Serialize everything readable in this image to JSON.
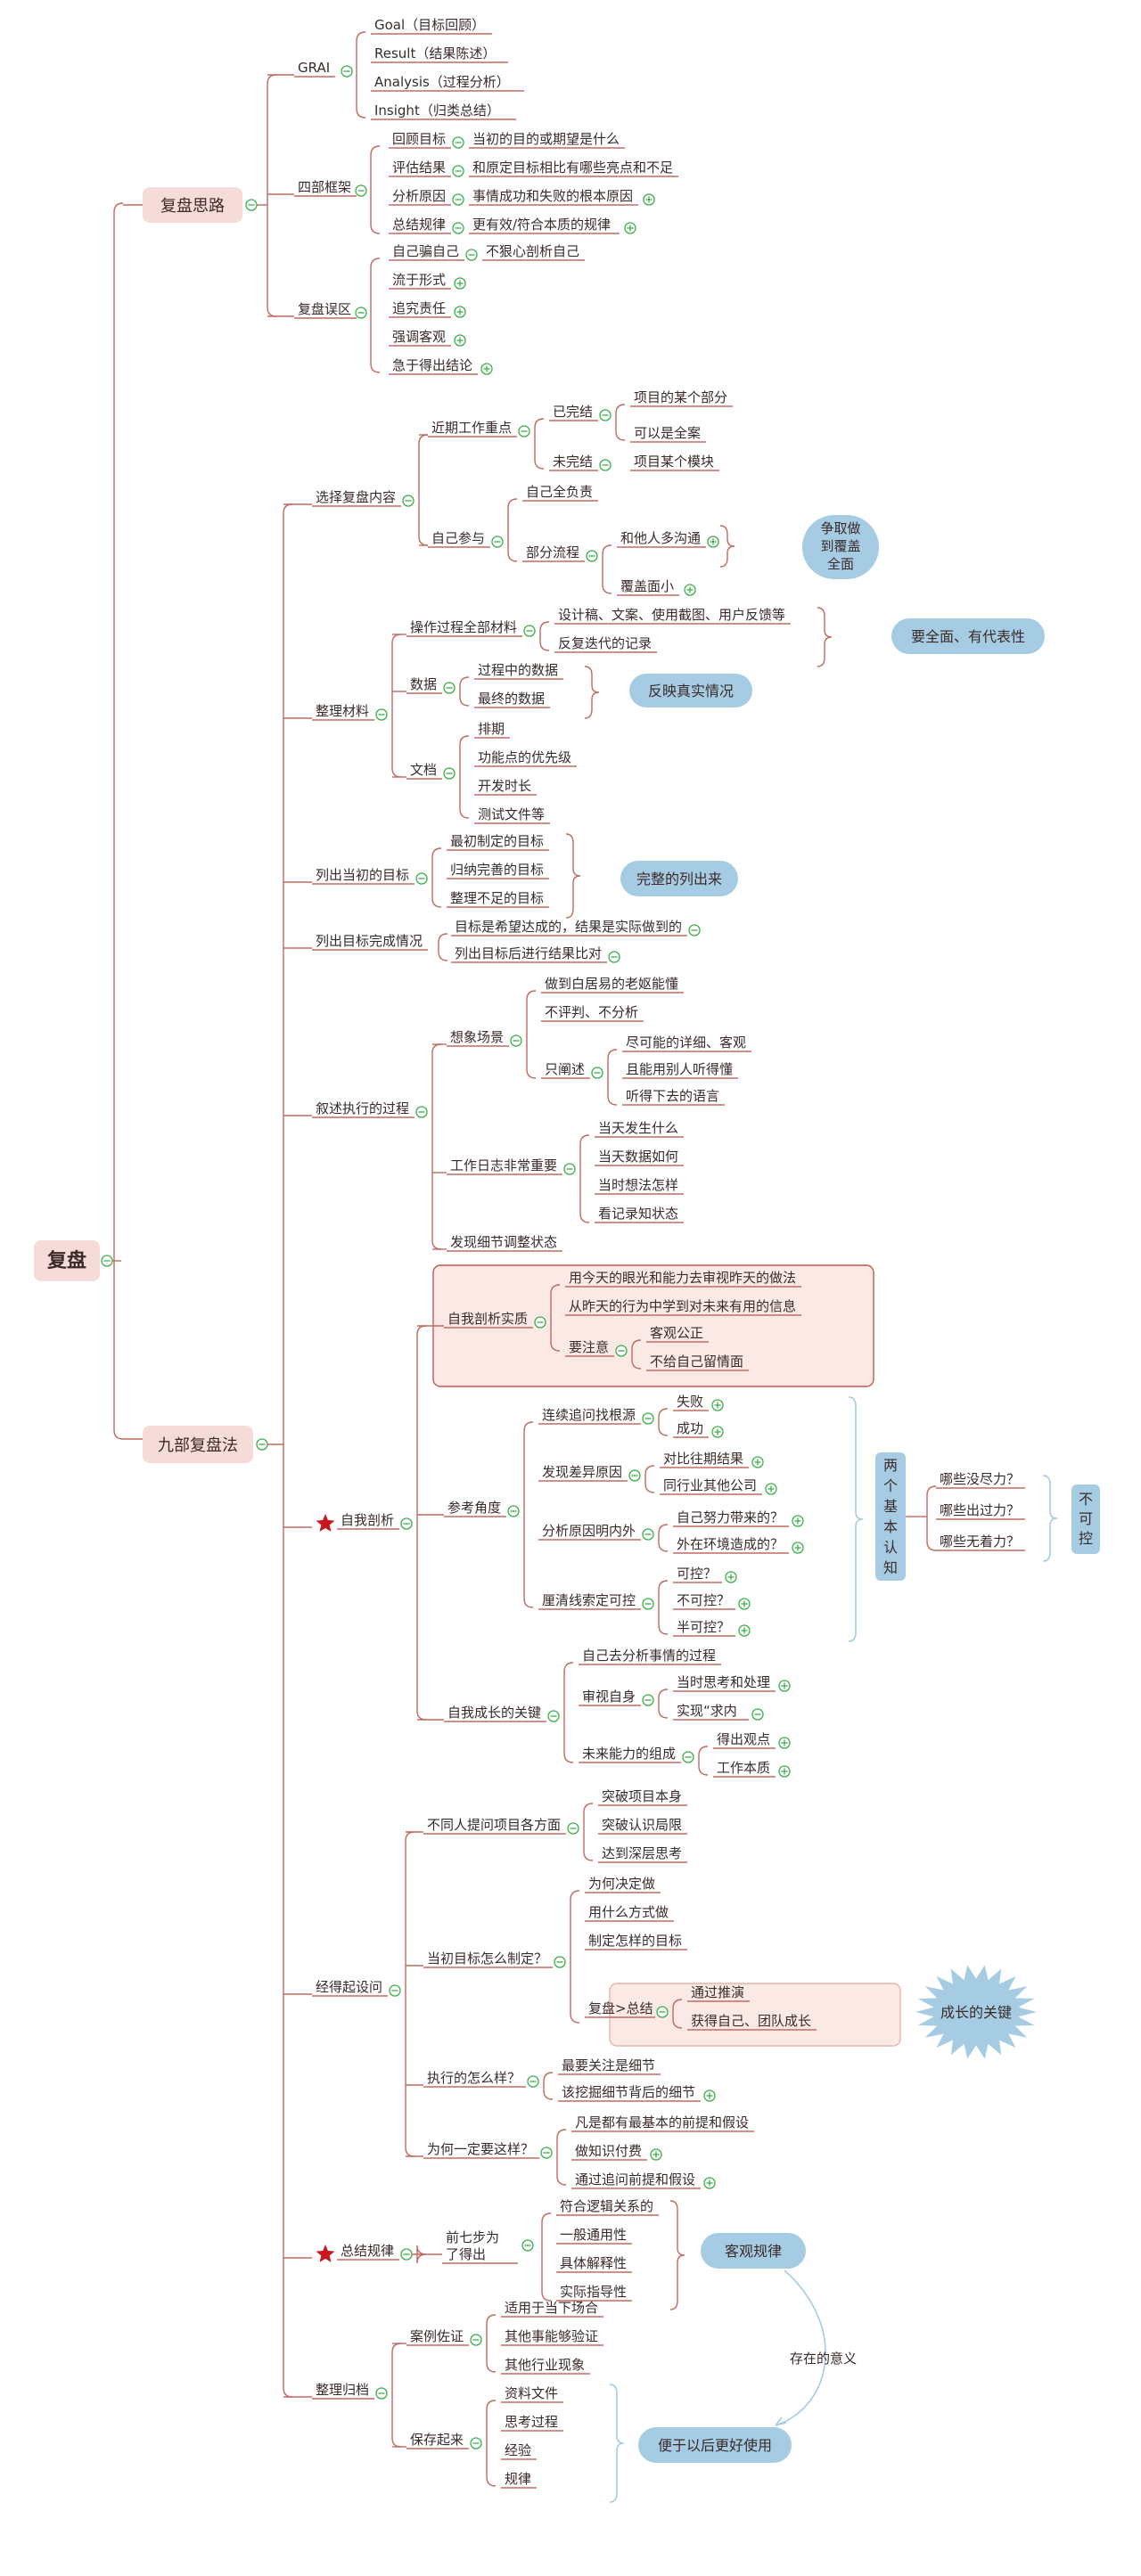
{
  "root": "复盘",
  "sections": {
    "thinking": "复盘思路",
    "nine": "九部复盘法"
  },
  "grai": {
    "label": "GRAI",
    "items": [
      "Goal（目标回顾）",
      "Result（结果陈述）",
      "Analysis（过程分析）",
      "Insight（归类总结）"
    ]
  },
  "four": {
    "label": "四部框架",
    "items": [
      {
        "k": "回顾目标",
        "v": "当初的目的或期望是什么"
      },
      {
        "k": "评估结果",
        "v": "和原定目标相比有哪些亮点和不足"
      },
      {
        "k": "分析原因",
        "v": "事情成功和失败的根本原因"
      },
      {
        "k": "总结规律",
        "v": "更有效/符合本质的规律"
      }
    ]
  },
  "mistakes": {
    "label": "复盘误区",
    "first": "自己骗自己",
    "first_v": "不狠心剖析自己",
    "items": [
      "流于形式",
      "追究责任",
      "强调客观",
      "急于得出结论"
    ]
  },
  "s1": {
    "label": "选择复盘内容",
    "recent": "近期工作重点",
    "done": "已完结",
    "done_items": [
      "项目的某个部分",
      "可以是全案"
    ],
    "undone": "未完结",
    "undone_v": "项目某个模块",
    "self": "自己参与",
    "self_full": "自己全负责",
    "partial": "部分流程",
    "communicate": "和他人多沟通",
    "cover_small": "覆盖面小",
    "callout": [
      "争取做",
      "到覆盖",
      "全面"
    ]
  },
  "s2": {
    "label": "整理材料",
    "ops": "操作过程全部材料",
    "ops_items": [
      "设计稿、文案、使用截图、用户反馈等",
      "反复迭代的记录"
    ],
    "ops_callout": "要全面、有代表性",
    "data": "数据",
    "data_items": [
      "过程中的数据",
      "最终的数据"
    ],
    "data_callout": "反映真实情况",
    "doc": "文档",
    "doc_items": [
      "排期",
      "功能点的优先级",
      "开发时长",
      "测试文件等"
    ]
  },
  "s3": {
    "label": "列出当初的目标",
    "items": [
      "最初制定的目标",
      "归纳完善的目标",
      "整理不足的目标"
    ],
    "callout": "完整的列出来"
  },
  "s4": {
    "label": "列出目标完成情况",
    "items": [
      "目标是希望达成的，结果是实际做到的",
      "列出目标后进行结果比对"
    ]
  },
  "s5": {
    "label": "叙述执行的过程",
    "imagine": "想象场景",
    "imagine_items": [
      "做到白居易的老妪能懂",
      "不评判、不分析"
    ],
    "only": "只阐述",
    "only_items": [
      "尽可能的详细、客观",
      "且能用别人听得懂",
      "听得下去的语言"
    ],
    "log": "工作日志非常重要",
    "log_items": [
      "当天发生什么",
      "当天数据如何",
      "当时想法怎样",
      "看记录知状态"
    ],
    "detail": "发现细节调整状态"
  },
  "s6": {
    "label": "自我剖析",
    "essence": "自我剖析实质",
    "essence_items": [
      "用今天的眼光和能力去审视昨天的做法",
      "从昨天的行为中学到对未来有用的信息"
    ],
    "attention": "要注意",
    "attention_items": [
      "客观公正",
      "不给自己留情面"
    ],
    "angle": "参考角度",
    "chase": "连续追问找根源",
    "chase_items": [
      "失败",
      "成功"
    ],
    "diff": "发现差异原因",
    "diff_items": [
      "对比往期结果",
      "同行业其他公司"
    ],
    "inout": "分析原因明内外",
    "inout_items": [
      "自己努力带来的？",
      "外在环境造成的？"
    ],
    "control": "厘清线索定可控",
    "control_items": [
      "可控？",
      "不可控？",
      "半可控？"
    ],
    "two": [
      "两",
      "个",
      "基",
      "本",
      "认",
      "知"
    ],
    "ask": [
      "哪些没尽力？",
      "哪些出过力？",
      "哪些无着力？"
    ],
    "uncontrol": [
      "不",
      "可",
      "控"
    ],
    "growth": "自我成长的关键",
    "growth_first": "自己去分析事情的过程",
    "review": "审视自身",
    "review_items": [
      "当时思考和处理",
      "实现“求内"
    ],
    "future": "未来能力的组成",
    "future_items": [
      "得出观点",
      "工作本质"
    ]
  },
  "s7": {
    "label": "经得起设问",
    "diff_people": "不同人提问项目各方面",
    "dp_items": [
      "突破项目本身",
      "突破认识局限",
      "达到深层思考"
    ],
    "init": "当初目标怎么制定？",
    "init_items": [
      "为何决定做",
      "用什么方式做",
      "制定怎样的目标"
    ],
    "fupan": "复盘>总结",
    "fupan_items": [
      "通过推演",
      "获得自己、团队成长"
    ],
    "star": "成长的关键",
    "exec": "执行的怎么样？",
    "exec_items": [
      "最要关注是细节",
      "该挖掘细节背后的细节"
    ],
    "why": "为何一定要这样？",
    "why_items": [
      "凡是都有最基本的前提和假设",
      "做知识付费",
      "通过追问前提和假设"
    ]
  },
  "s8": {
    "label": "总结规律",
    "prev": [
      "前七步为",
      "了得出"
    ],
    "items": [
      "符合逻辑关系的",
      "一般通用性",
      "具体解释性",
      "实际指导性"
    ],
    "callout": "客观规律"
  },
  "s9": {
    "label": "整理归档",
    "case": "案例佐证",
    "case_items": [
      "适用于当下场合",
      "其他事能够验证",
      "其他行业现象"
    ],
    "keep": "保存起来",
    "keep_items": [
      "资料文件",
      "思考过程",
      "经验",
      "规律"
    ],
    "callout": "便于以后更好使用",
    "meaning": "存在的意义"
  },
  "colors": {
    "line": "#c06a62",
    "pink": "#f6dcd8",
    "pinkText": "#b03a35",
    "blue": "#a6cce3",
    "green": "#3cae4a",
    "star": "#c8171f"
  }
}
